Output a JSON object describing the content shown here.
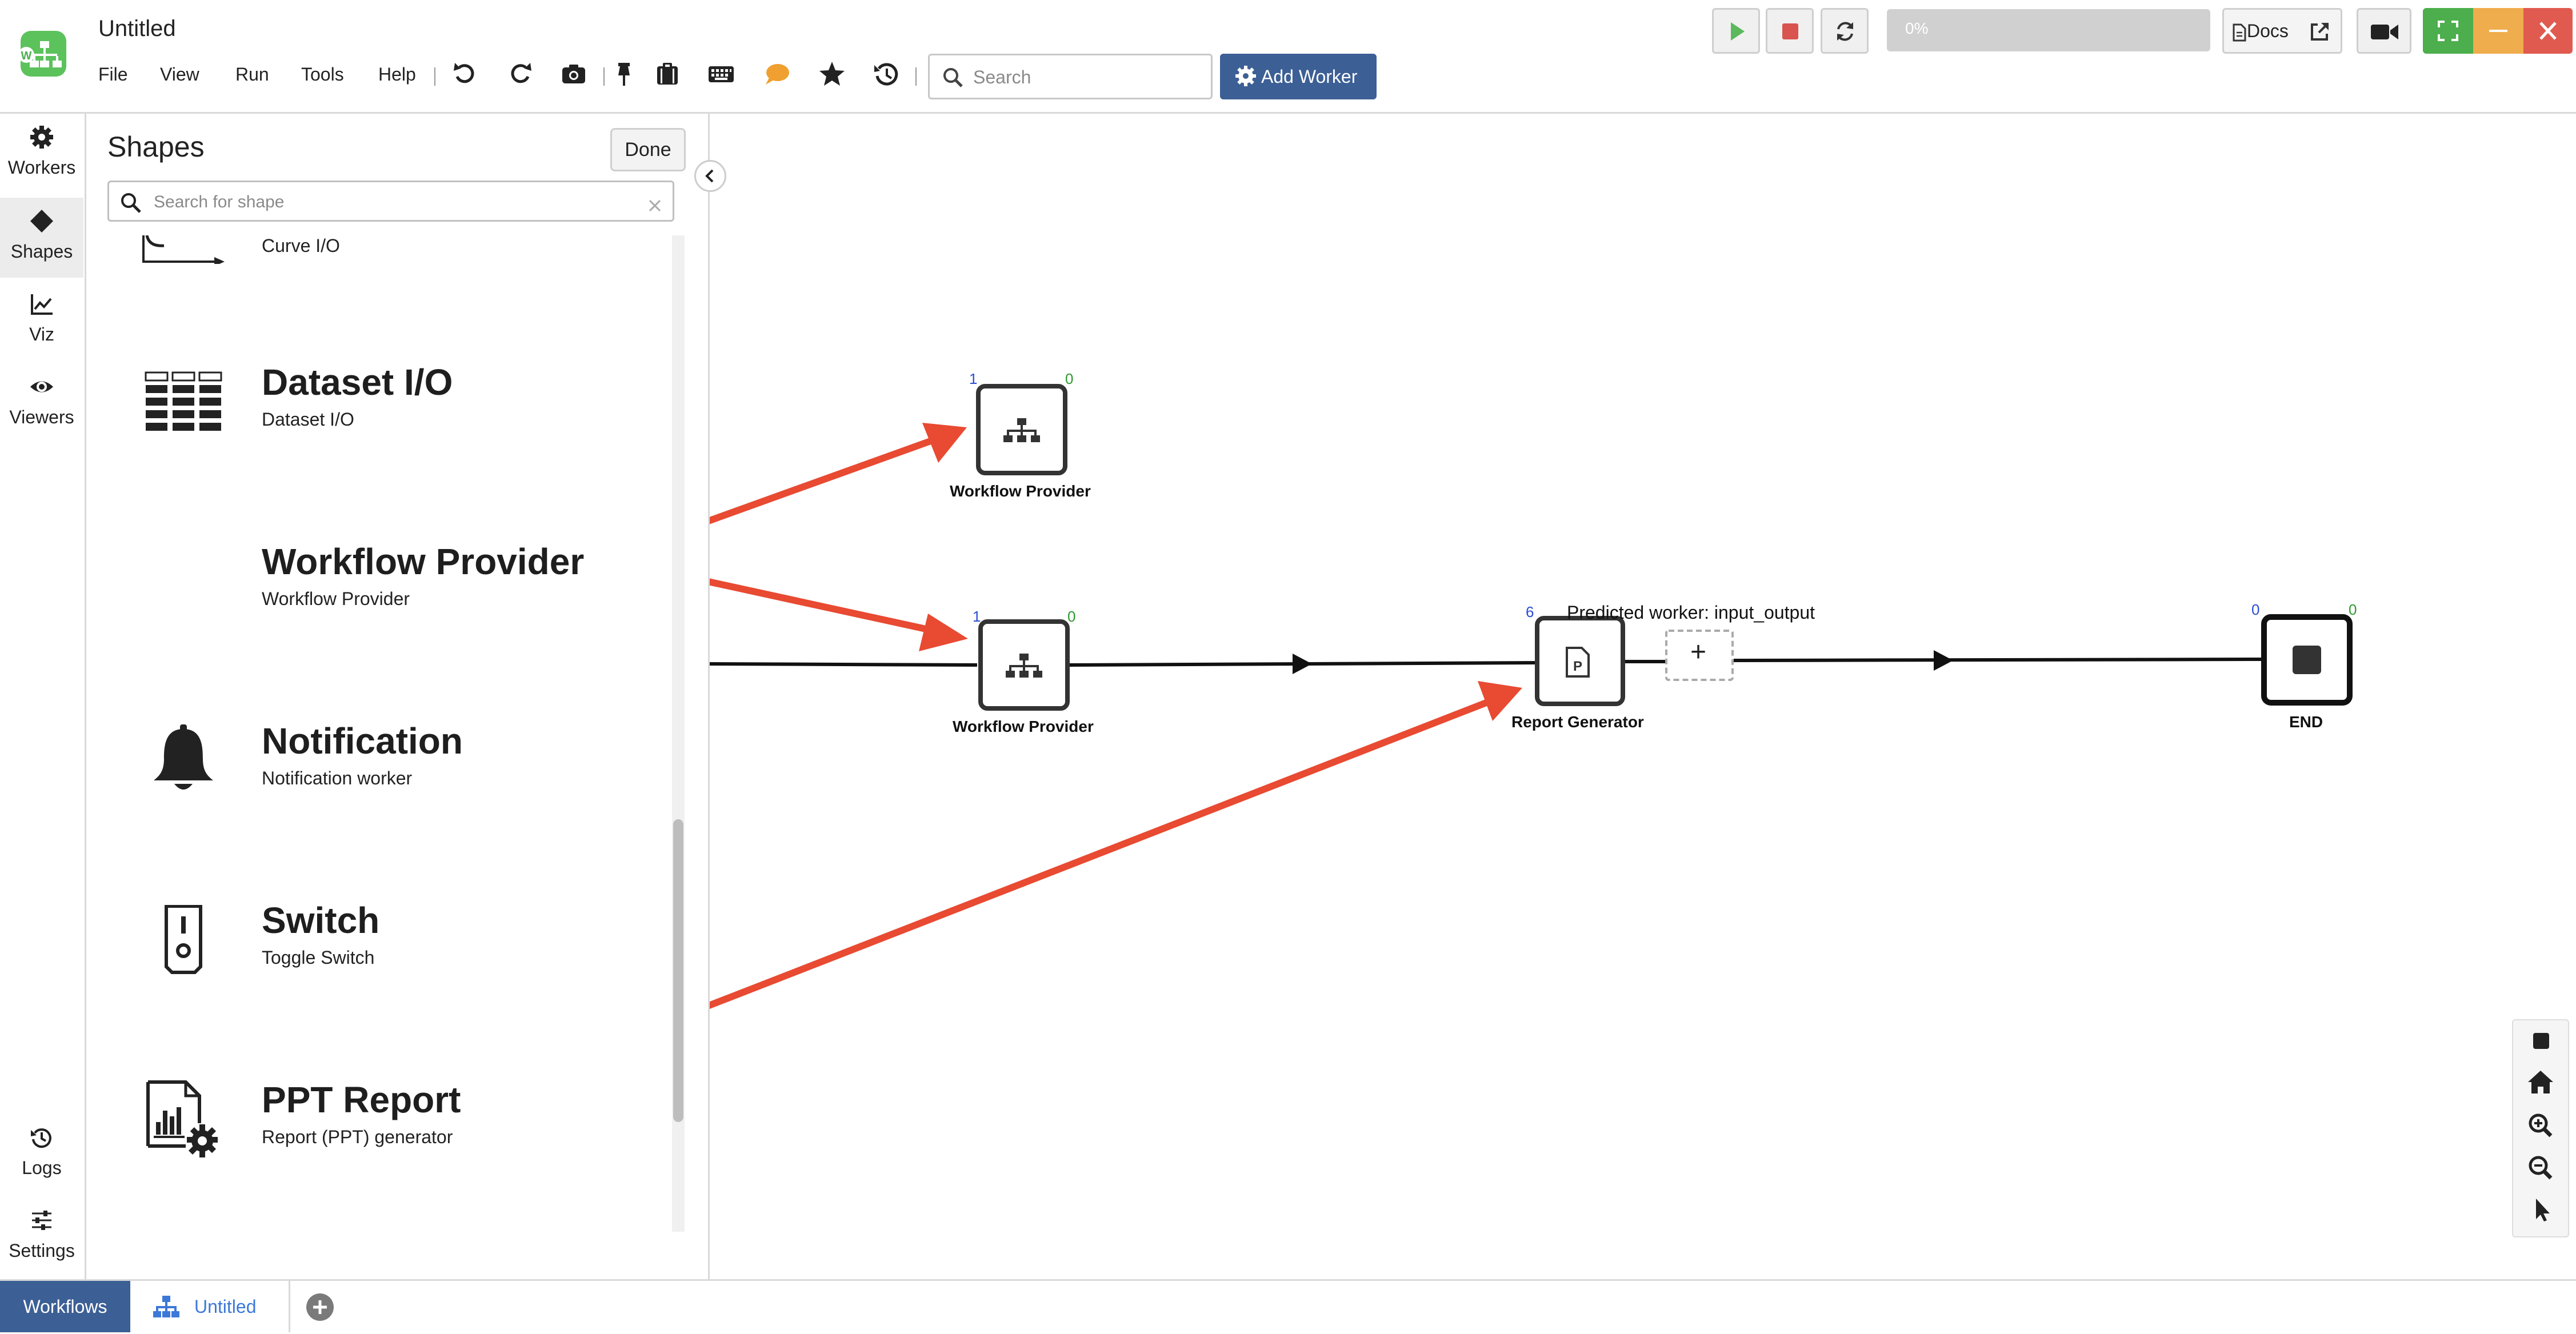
{
  "app": {
    "title": "Untitled",
    "menu": [
      "File",
      "View",
      "Run",
      "Tools",
      "Help"
    ],
    "search_placeholder": "Search",
    "add_worker_label": "Add Worker",
    "progress_text": "0%",
    "progress_value": 0,
    "docs_label": "Docs",
    "icons": [
      "undo-icon",
      "redo-icon",
      "camera-icon",
      "pin-icon",
      "clipboard-icon",
      "keyboard-icon",
      "comment-icon",
      "star-icon",
      "history-icon",
      "play-icon",
      "stop-icon",
      "refresh-icon",
      "video-icon",
      "fullscreen-icon",
      "minimize-icon",
      "close-icon"
    ]
  },
  "colors": {
    "accent": "#3c5f95",
    "play": "#5cb85c",
    "stop": "#d9534f",
    "fullscreen_bg": "#4cae4c",
    "minimize_bg": "#f0ad4e",
    "close_bg": "#e05a4f",
    "arrow": "#e84a32",
    "comment": "#f0a030"
  },
  "rail": {
    "top": [
      {
        "label": "Workers",
        "icon": "gear-icon"
      },
      {
        "label": "Shapes",
        "icon": "diamond-icon"
      },
      {
        "label": "Viz",
        "icon": "chart-line-icon"
      },
      {
        "label": "Viewers",
        "icon": "eye-icon"
      }
    ],
    "bottom": [
      {
        "label": "Logs",
        "icon": "history-icon"
      },
      {
        "label": "Settings",
        "icon": "sliders-icon"
      }
    ]
  },
  "shapes_panel": {
    "title": "Shapes",
    "done_label": "Done",
    "search_placeholder": "Search for shape",
    "items": [
      {
        "title": "",
        "desc": "Curve I/O",
        "icon": "curve-icon"
      },
      {
        "title": "Dataset I/O",
        "desc": "Dataset I/O",
        "icon": "dataset-grid-icon"
      },
      {
        "title": "Workflow Provider",
        "desc": "Workflow Provider",
        "icon": ""
      },
      {
        "title": "Notification",
        "desc": "Notification worker",
        "icon": "bell-icon"
      },
      {
        "title": "Switch",
        "desc": "Toggle Switch",
        "icon": "toggle-switch-icon"
      },
      {
        "title": "PPT Report",
        "desc": "Report (PPT) generator",
        "icon": "report-gear-icon"
      }
    ]
  },
  "canvas": {
    "nodes": [
      {
        "label": "Workflow Provider",
        "in": "1",
        "out": "0",
        "icon": "sitemap-icon"
      },
      {
        "label": "Workflow Provider",
        "in": "1",
        "out": "0",
        "icon": "sitemap-icon"
      },
      {
        "label": "Report Generator",
        "in": "6",
        "out": "",
        "icon": "file-p-icon"
      },
      {
        "label": "END",
        "in": "0",
        "out": "0",
        "icon": "stop-square-icon"
      }
    ],
    "predicted_worker": "Predicted worker: input_output",
    "add_node_symbol": "+"
  },
  "zoom_tools": [
    "stop-square-icon",
    "home-icon",
    "zoom-in-icon",
    "zoom-out-icon",
    "pointer-icon"
  ],
  "bottom_tabs": {
    "workflows": "Workflows",
    "untitled": "Untitled"
  }
}
